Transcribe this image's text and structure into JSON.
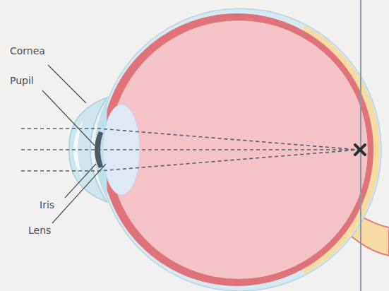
{
  "diagram": {
    "labels": [
      "Cornea",
      "Pupil",
      "Iris",
      "Lens"
    ]
  }
}
